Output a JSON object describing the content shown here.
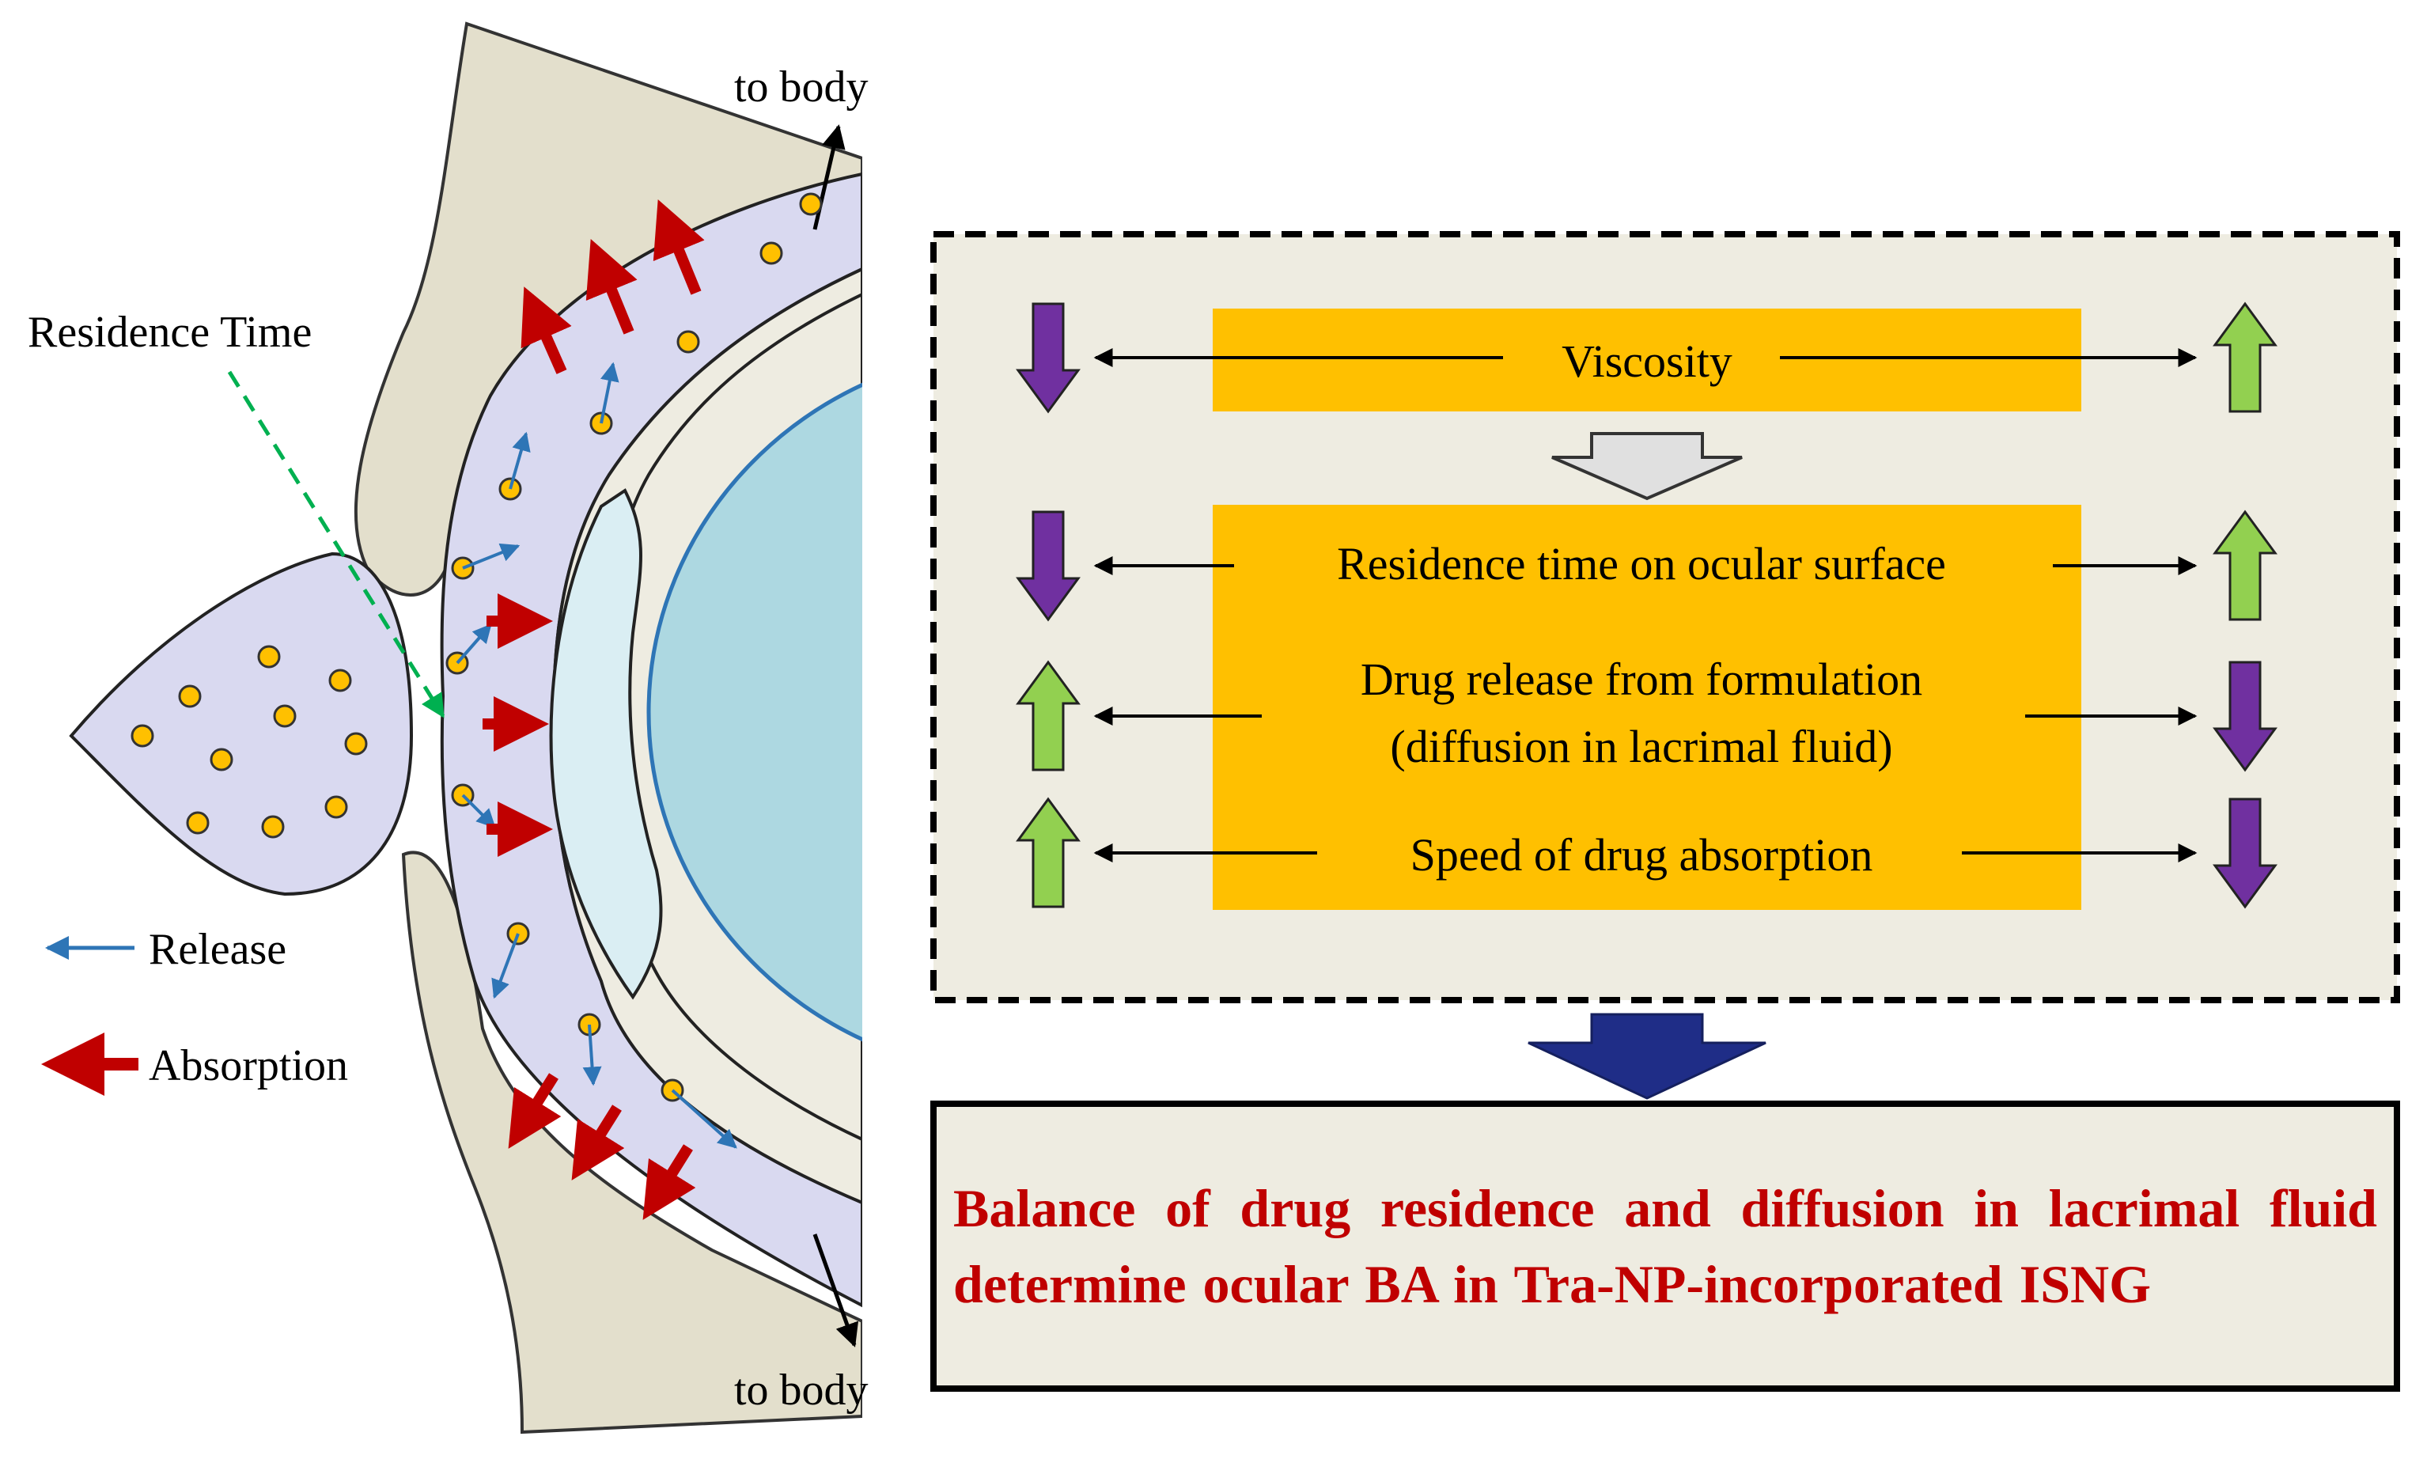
{
  "eye": {
    "residence_label": "Residence Time",
    "to_body_top": "to body",
    "to_body_bottom": "to body",
    "legend": {
      "release": "Release",
      "absorption": "Absorption"
    }
  },
  "panel": {
    "viscosity": "Viscosity",
    "residence": "Residence time on ocular surface",
    "release_line1": "Drug release from formulation",
    "release_line2": "(diffusion in lacrimal fluid)",
    "speed": "Speed of drug absorption"
  },
  "conclusion": "Balance of drug residence and diffusion in lacrimal fluid determine ocular BA in Tra-NP-incorporated ISNG",
  "colors": {
    "eyelid": "#e3dfcc",
    "drop": "#d9d9f0",
    "drug_dot": "#ffc000",
    "iris": "#add8e1",
    "iris_ring": "#2e75b6",
    "panel_bg": "#eeece1",
    "yellow_box": "#ffc000",
    "arrow_up": "#92d050",
    "arrow_down": "#7030a0",
    "absorption": "#c00000",
    "release": "#2e75b6",
    "dashed_guide": "#00b050",
    "conclusion_text": "#c00000",
    "block_arrow": "#1f2d87"
  }
}
